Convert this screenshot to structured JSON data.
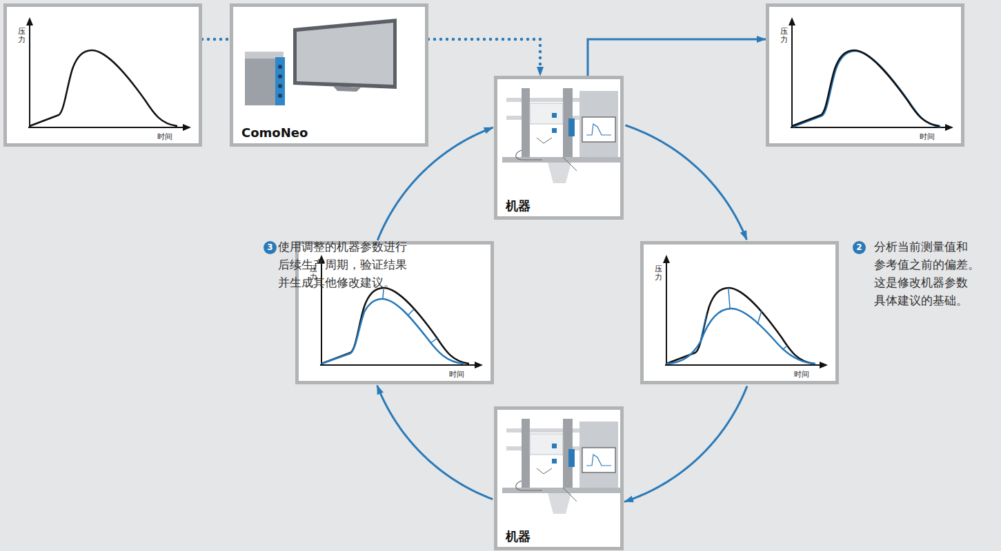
{
  "diagram": {
    "nodes": [
      {
        "text": [
          "压力",
          "时间"
        ]
      },
      {
        "text": [
          "ComoNeo"
        ]
      },
      {
        "text": [
          "压力",
          "时间"
        ]
      },
      {
        "text": [
          "机器"
        ]
      },
      {
        "text": [
          "压力",
          "时间"
        ]
      },
      {
        "text": [
          "压力",
          "时间"
        ]
      },
      {
        "text": [
          "机器"
        ]
      }
    ],
    "edges": [
      {
        "from": 0,
        "to": 1,
        "arrow": "none"
      },
      {
        "from": 1,
        "to": 3,
        "arrow": "to"
      },
      {
        "from": 3,
        "to": 2,
        "arrow": "to"
      },
      {
        "from": 3,
        "to": 5,
        "arrow": "to"
      },
      {
        "from": 5,
        "to": 6,
        "arrow": "to"
      },
      {
        "from": 6,
        "to": 4,
        "arrow": "to"
      },
      {
        "from": 4,
        "to": 3,
        "arrow": "to"
      }
    ],
    "labels": [
      "3",
      "使用调整的机器参数进行 后续生产周期，验证结果 并生成其他修改建议。",
      "2",
      "分析当前测量值和 参考值之前的偏差。 这是修改机器参数 具体建议的基础。"
    ]
  }
}
